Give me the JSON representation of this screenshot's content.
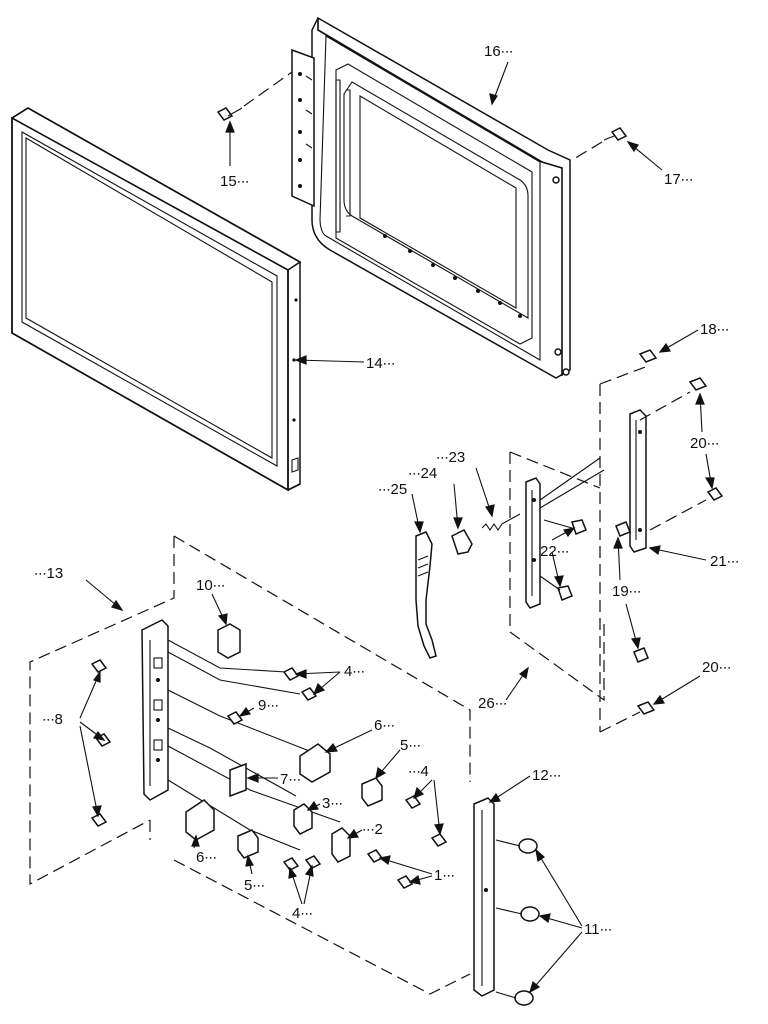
{
  "diagram": {
    "callouts": [
      {
        "id": "c16",
        "text": "16∙∙∙"
      },
      {
        "id": "c15",
        "text": "15∙∙∙"
      },
      {
        "id": "c17",
        "text": "17∙∙∙"
      },
      {
        "id": "c14",
        "text": "14∙∙∙"
      },
      {
        "id": "c18",
        "text": "18∙∙∙"
      },
      {
        "id": "c20a",
        "text": "20∙∙∙"
      },
      {
        "id": "c23",
        "text": "∙∙∙23"
      },
      {
        "id": "c24",
        "text": "∙∙∙24"
      },
      {
        "id": "c25",
        "text": "∙∙∙25"
      },
      {
        "id": "c22",
        "text": "22∙∙∙"
      },
      {
        "id": "c21",
        "text": "21∙∙∙"
      },
      {
        "id": "c13",
        "text": "∙∙∙13"
      },
      {
        "id": "c10",
        "text": "10∙∙∙"
      },
      {
        "id": "c19",
        "text": "19∙∙∙"
      },
      {
        "id": "c4a",
        "text": "4∙∙∙"
      },
      {
        "id": "c20b",
        "text": "20∙∙∙"
      },
      {
        "id": "c8",
        "text": "∙∙∙8"
      },
      {
        "id": "c9",
        "text": "9∙∙∙"
      },
      {
        "id": "c26",
        "text": "26∙∙∙"
      },
      {
        "id": "c6a",
        "text": "6∙∙∙"
      },
      {
        "id": "c5a",
        "text": "5∙∙∙"
      },
      {
        "id": "c12",
        "text": "12∙∙∙"
      },
      {
        "id": "c4b",
        "text": "∙∙∙4"
      },
      {
        "id": "c7",
        "text": "7∙∙∙"
      },
      {
        "id": "c3",
        "text": "3∙∙∙"
      },
      {
        "id": "c2",
        "text": "∙∙∙2"
      },
      {
        "id": "c1",
        "text": "1∙∙∙"
      },
      {
        "id": "c6b",
        "text": "6∙∙∙"
      },
      {
        "id": "c5b",
        "text": "5∙∙∙"
      },
      {
        "id": "c11",
        "text": "11∙∙∙"
      },
      {
        "id": "c4c",
        "text": "4∙∙∙"
      }
    ]
  }
}
